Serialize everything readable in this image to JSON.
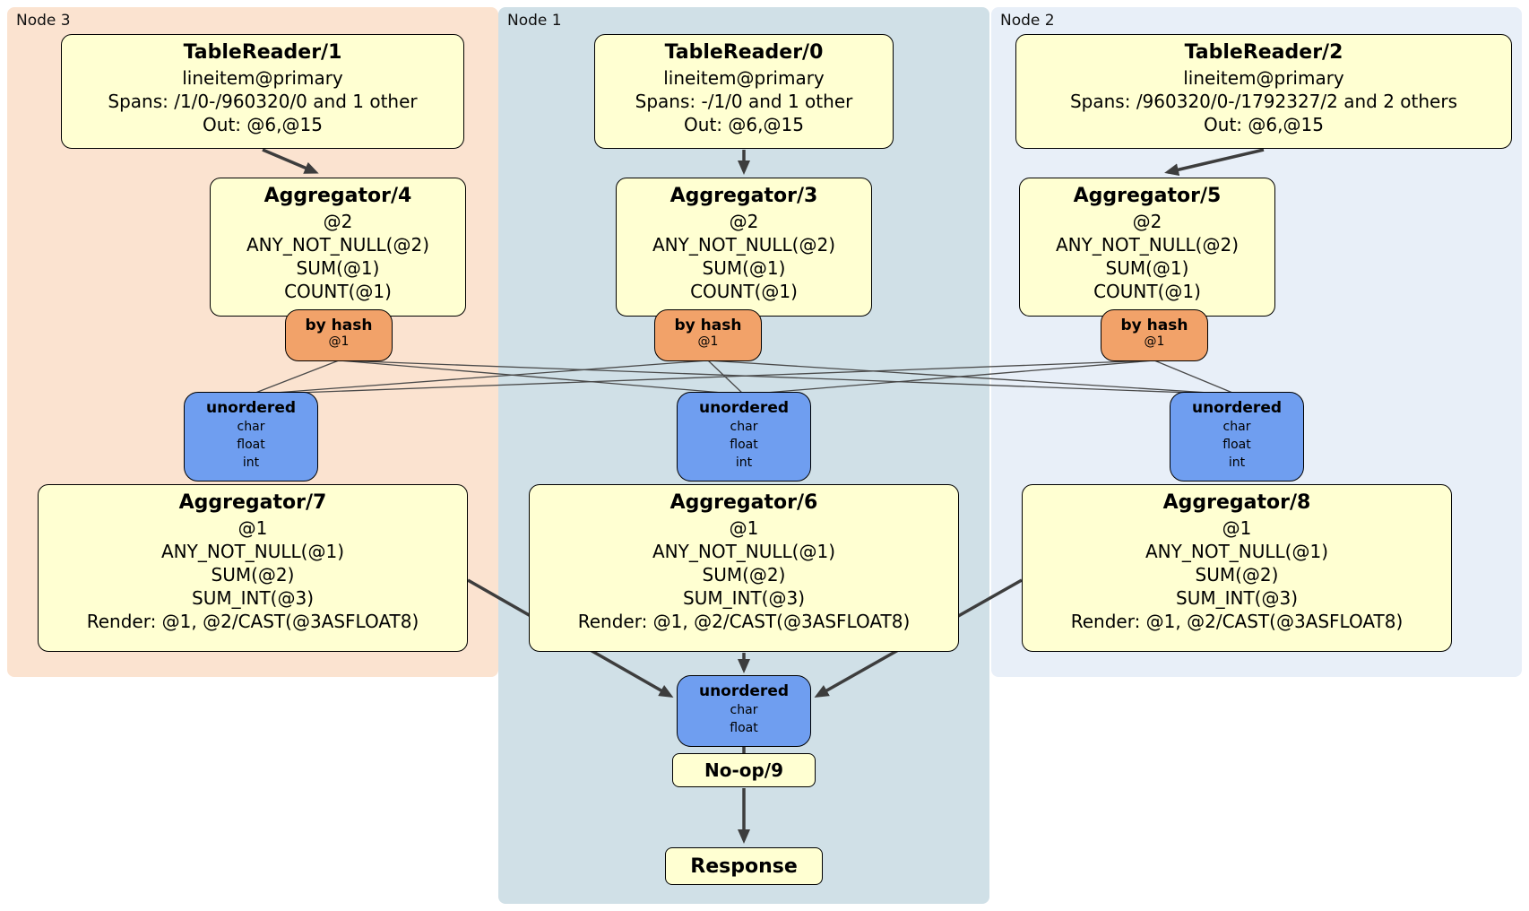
{
  "colors": {
    "processor_box": "#FFFFD2",
    "router_box": "#F2A269",
    "sync_box": "#6F9EF0",
    "region_node3": "#FBE3D0",
    "region_node1": "#D0E0E7",
    "region_node2": "#E8EFF8",
    "edge": "#3D3D3D"
  },
  "nodes": [
    {
      "label": "Node 3",
      "tablereader": {
        "title": "TableReader/1",
        "table": "lineitem@primary",
        "spans": "Spans: /1/0-/960320/0 and 1 other",
        "out": "Out: @6,@15"
      },
      "aggregator_top": {
        "title": "Aggregator/4",
        "rows": [
          "@2",
          "ANY_NOT_NULL(@2)",
          "SUM(@1)",
          "COUNT(@1)"
        ]
      },
      "router": {
        "title": "by hash",
        "detail": "@1"
      },
      "sync": {
        "title": "unordered",
        "cols": [
          "char",
          "float",
          "int"
        ]
      },
      "aggregator_bottom": {
        "title": "Aggregator/7",
        "rows": [
          "@1",
          "ANY_NOT_NULL(@1)",
          "SUM(@2)",
          "SUM_INT(@3)",
          "Render: @1, @2/CAST(@3ASFLOAT8)"
        ]
      }
    },
    {
      "label": "Node 1",
      "tablereader": {
        "title": "TableReader/0",
        "table": "lineitem@primary",
        "spans": "Spans: -/1/0 and 1 other",
        "out": "Out: @6,@15"
      },
      "aggregator_top": {
        "title": "Aggregator/3",
        "rows": [
          "@2",
          "ANY_NOT_NULL(@2)",
          "SUM(@1)",
          "COUNT(@1)"
        ]
      },
      "router": {
        "title": "by hash",
        "detail": "@1"
      },
      "sync": {
        "title": "unordered",
        "cols": [
          "char",
          "float",
          "int"
        ]
      },
      "aggregator_bottom": {
        "title": "Aggregator/6",
        "rows": [
          "@1",
          "ANY_NOT_NULL(@1)",
          "SUM(@2)",
          "SUM_INT(@3)",
          "Render: @1, @2/CAST(@3ASFLOAT8)"
        ]
      }
    },
    {
      "label": "Node 2",
      "tablereader": {
        "title": "TableReader/2",
        "table": "lineitem@primary",
        "spans": "Spans: /960320/0-/1792327/2 and 2 others",
        "out": "Out: @6,@15"
      },
      "aggregator_top": {
        "title": "Aggregator/5",
        "rows": [
          "@2",
          "ANY_NOT_NULL(@2)",
          "SUM(@1)",
          "COUNT(@1)"
        ]
      },
      "router": {
        "title": "by hash",
        "detail": "@1"
      },
      "sync": {
        "title": "unordered",
        "cols": [
          "char",
          "float",
          "int"
        ]
      },
      "aggregator_bottom": {
        "title": "Aggregator/8",
        "rows": [
          "@1",
          "ANY_NOT_NULL(@1)",
          "SUM(@2)",
          "SUM_INT(@3)",
          "Render: @1, @2/CAST(@3ASFLOAT8)"
        ]
      }
    }
  ],
  "final_stage": {
    "sync": {
      "title": "unordered",
      "cols": [
        "char",
        "float"
      ]
    },
    "noop_label": "No-op/9",
    "response_label": "Response"
  },
  "edges": [
    {
      "from": "TableReader/1",
      "to": "Aggregator/4",
      "style": "thick"
    },
    {
      "from": "TableReader/0",
      "to": "Aggregator/3",
      "style": "thick"
    },
    {
      "from": "TableReader/2",
      "to": "Aggregator/5",
      "style": "thick"
    },
    {
      "from": "by hash (Node 3)",
      "to": "unordered (Node 3)",
      "style": "thin"
    },
    {
      "from": "by hash (Node 3)",
      "to": "unordered (Node 1)",
      "style": "thin"
    },
    {
      "from": "by hash (Node 3)",
      "to": "unordered (Node 2)",
      "style": "thin"
    },
    {
      "from": "by hash (Node 1)",
      "to": "unordered (Node 3)",
      "style": "thin"
    },
    {
      "from": "by hash (Node 1)",
      "to": "unordered (Node 1)",
      "style": "thin"
    },
    {
      "from": "by hash (Node 1)",
      "to": "unordered (Node 2)",
      "style": "thin"
    },
    {
      "from": "by hash (Node 2)",
      "to": "unordered (Node 3)",
      "style": "thin"
    },
    {
      "from": "by hash (Node 2)",
      "to": "unordered (Node 1)",
      "style": "thin"
    },
    {
      "from": "by hash (Node 2)",
      "to": "unordered (Node 2)",
      "style": "thin"
    },
    {
      "from": "Aggregator/7",
      "to": "unordered (final)",
      "style": "thick"
    },
    {
      "from": "Aggregator/6",
      "to": "unordered (final)",
      "style": "thick"
    },
    {
      "from": "Aggregator/8",
      "to": "unordered (final)",
      "style": "thick"
    },
    {
      "from": "unordered (final)",
      "to": "No-op/9",
      "style": "thick"
    },
    {
      "from": "No-op/9",
      "to": "Response",
      "style": "thick"
    }
  ]
}
